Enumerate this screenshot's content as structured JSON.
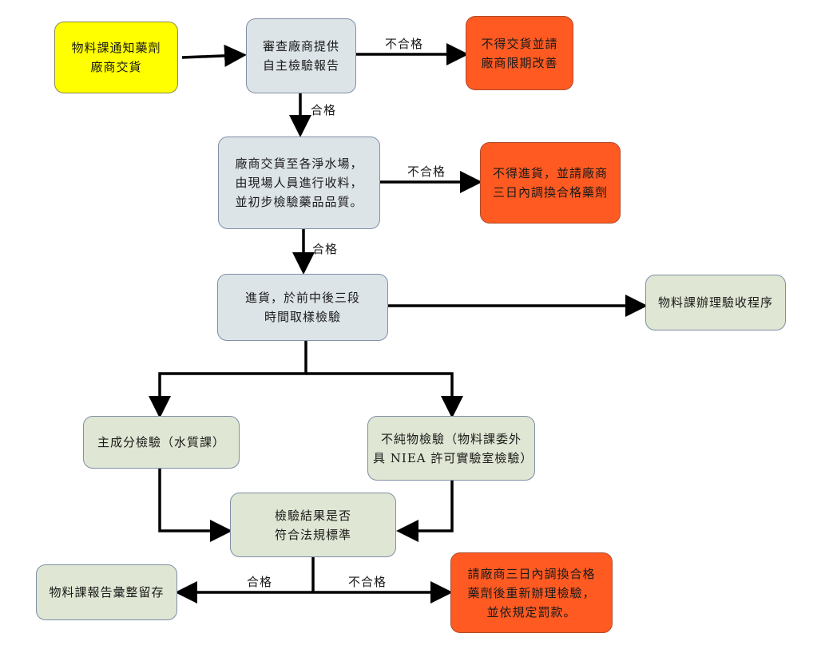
{
  "colors": {
    "start": "#ffff00",
    "process": "#dde4e8",
    "check": "#dfe6d3",
    "reject": "#ff5a22",
    "arrow": "#000000"
  },
  "nodes": {
    "notify": "物料課通知藥劑\n廠商交貨",
    "review": "審查廠商提供\n自主檢驗報告",
    "reject1": "不得交貨並請\n廠商限期改善",
    "delivery": "廠商交貨至各淨水場，\n由現場人員進行收料，\n並初步檢驗藥品品質。",
    "reject2": "不得進貨，並請廠商\n三日內調換合格藥劑",
    "sampling": "進貨，於前中後三段\n時間取樣檢驗",
    "acceptance": "物料課辦理驗收程序",
    "main_component": "主成分檢驗（水質課）",
    "impurity": "不純物檢驗（物料課委外\n具 NIEA 許可實驗室檢驗）",
    "result": "檢驗結果是否\n符合法規標準",
    "archive": "物料課報告彙整留存",
    "reject3": "請廠商三日內調換合格\n藥劑後重新辦理檢驗，\n並依規定罰款。"
  },
  "labels": {
    "fail1": "不合格",
    "pass1": "合格",
    "fail2": "不合格",
    "pass2": "合格",
    "pass3": "合格",
    "fail3": "不合格"
  }
}
